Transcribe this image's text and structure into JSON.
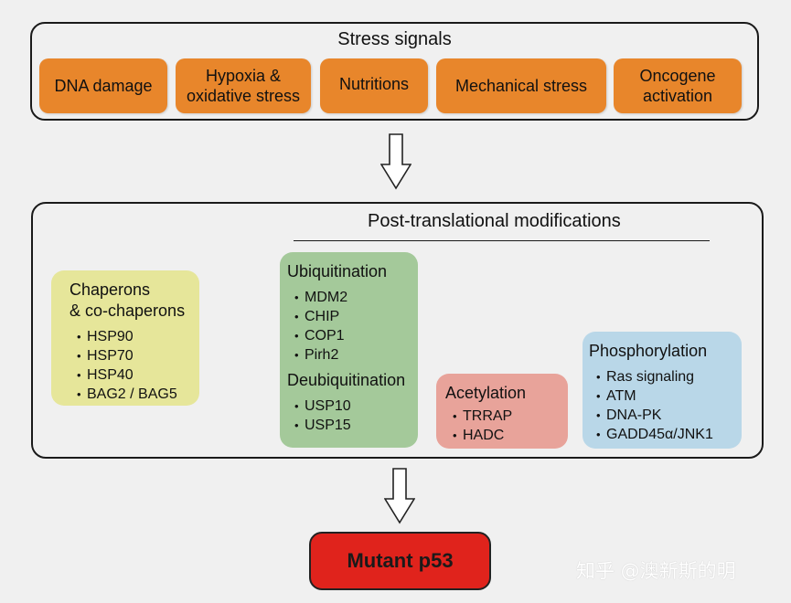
{
  "stress": {
    "title": "Stress signals",
    "items": [
      {
        "label": "DNA damage"
      },
      {
        "label": "Hypoxia &\noxidative stress"
      },
      {
        "label": "Nutritions"
      },
      {
        "label": "Mechanical stress"
      },
      {
        "label": "Oncogene\nactivation"
      }
    ]
  },
  "ptm": {
    "title": "Post-translational modifications",
    "chaperons": {
      "title": "Chaperons\n& co-chaperons",
      "items": [
        "HSP90",
        "HSP70",
        "HSP40",
        "BAG2 / BAG5"
      ]
    },
    "ubiquitination": {
      "title": "Ubiquitination",
      "items": [
        "MDM2",
        "CHIP",
        "COP1",
        "Pirh2"
      ]
    },
    "deubiquitination": {
      "title": "Deubiquitination",
      "items": [
        "USP10",
        "USP15"
      ]
    },
    "acetylation": {
      "title": "Acetylation",
      "items": [
        "TRRAP",
        "HADC"
      ]
    },
    "phosphorylation": {
      "title": "Phosphorylation",
      "items": [
        "Ras signaling",
        "ATM",
        "DNA-PK",
        "GADD45α/JNK1"
      ]
    }
  },
  "result": {
    "label": "Mutant p53"
  },
  "watermark": "知乎 @澳新斯的明",
  "colors": {
    "stress_chip": "#e8862b",
    "chaperon": "#e6e69a",
    "ubiquitination": "#a4c99a",
    "acetylation": "#e8a39a",
    "phosphorylation": "#b9d7e8",
    "mutant": "#e0231c"
  }
}
